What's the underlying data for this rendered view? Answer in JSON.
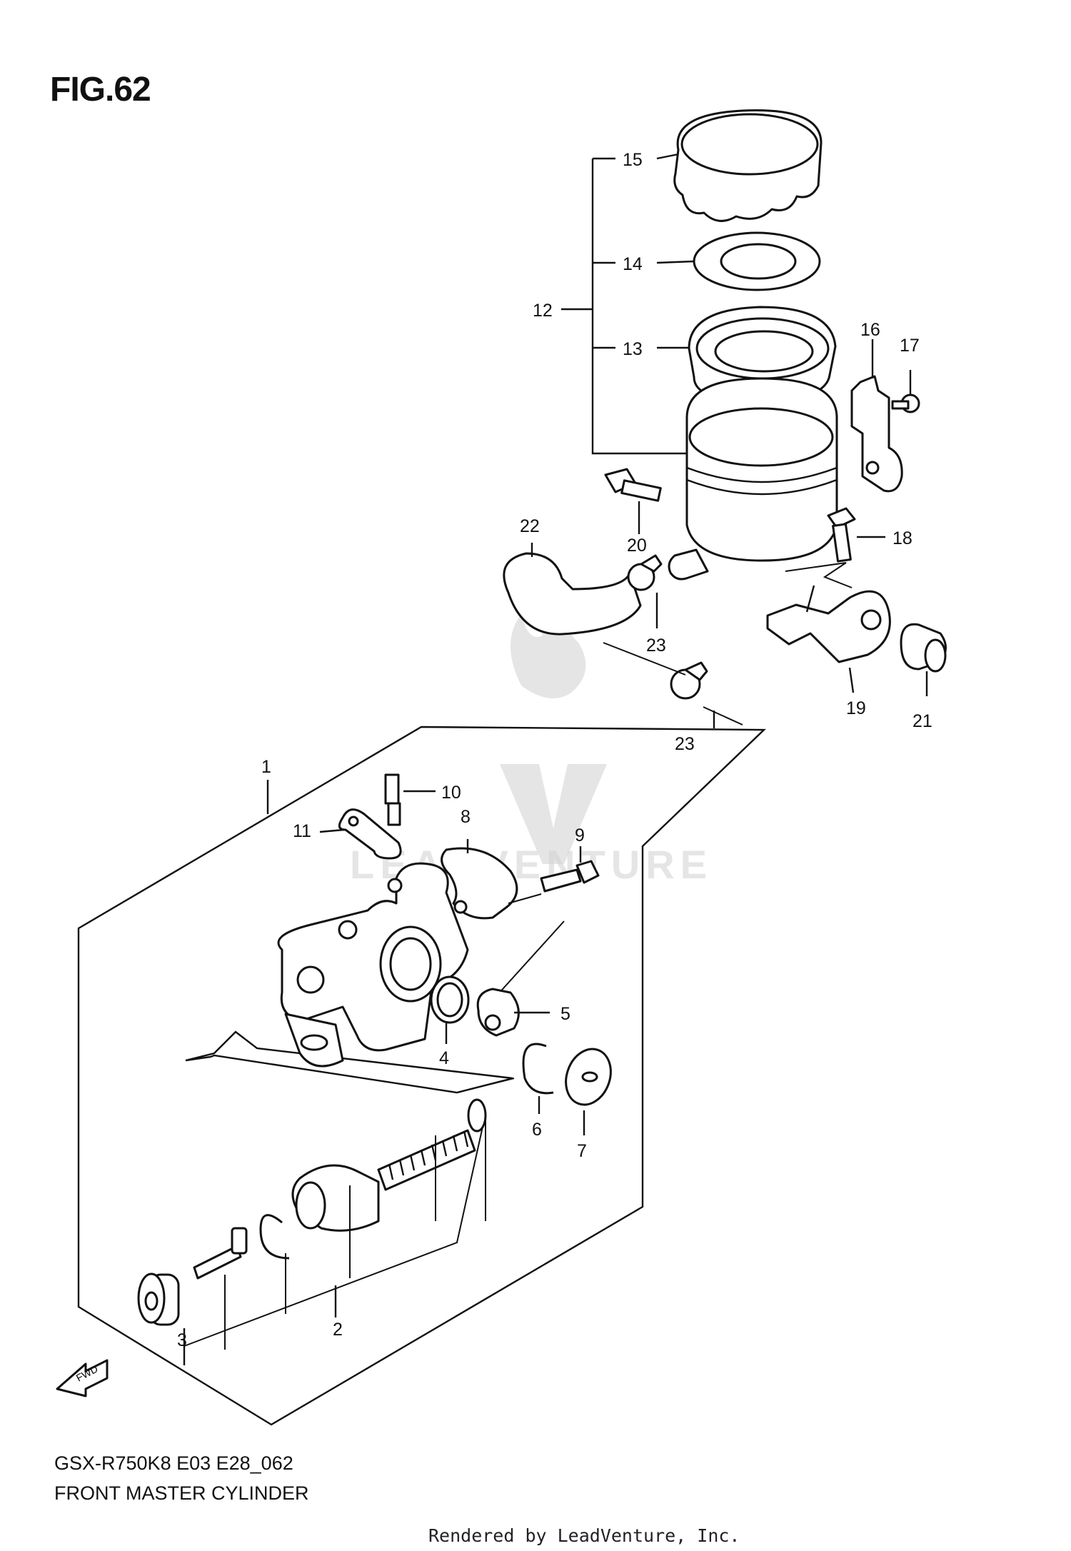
{
  "figure": {
    "title": "FIG.62",
    "model_code": "GSX-R750K8 E03 E28_062",
    "caption": "FRONT MASTER CYLINDER"
  },
  "watermark": {
    "text": "LEADVENTURE"
  },
  "fwd_label": "FWD",
  "credit": "Rendered by LeadVenture, Inc.",
  "callouts": [
    "1",
    "2",
    "3",
    "4",
    "5",
    "6",
    "7",
    "8",
    "9",
    "10",
    "11",
    "12",
    "13",
    "14",
    "15",
    "16",
    "17",
    "18",
    "19",
    "20",
    "21",
    "22",
    "23",
    "23"
  ]
}
